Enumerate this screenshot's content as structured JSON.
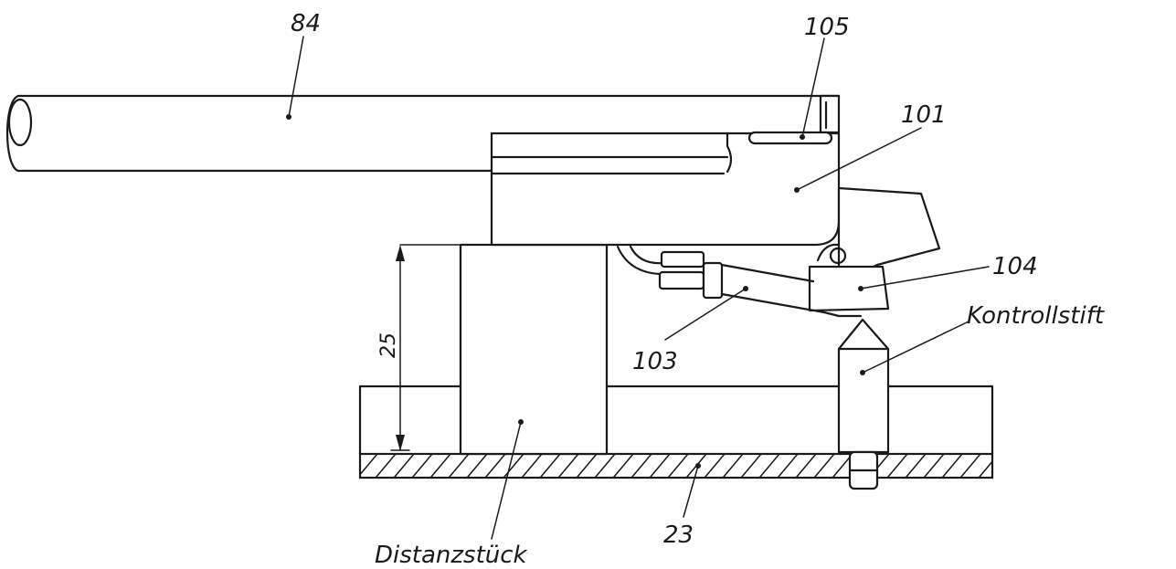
{
  "labels": {
    "rod": "84",
    "clip": "105",
    "housing": "101",
    "sensor_block": "104",
    "actuator_lever": "103",
    "control_pin": "Kontrollstift",
    "spacer": "Distanzstück",
    "base_plate": "23"
  },
  "dimension": {
    "height_value": "25"
  }
}
